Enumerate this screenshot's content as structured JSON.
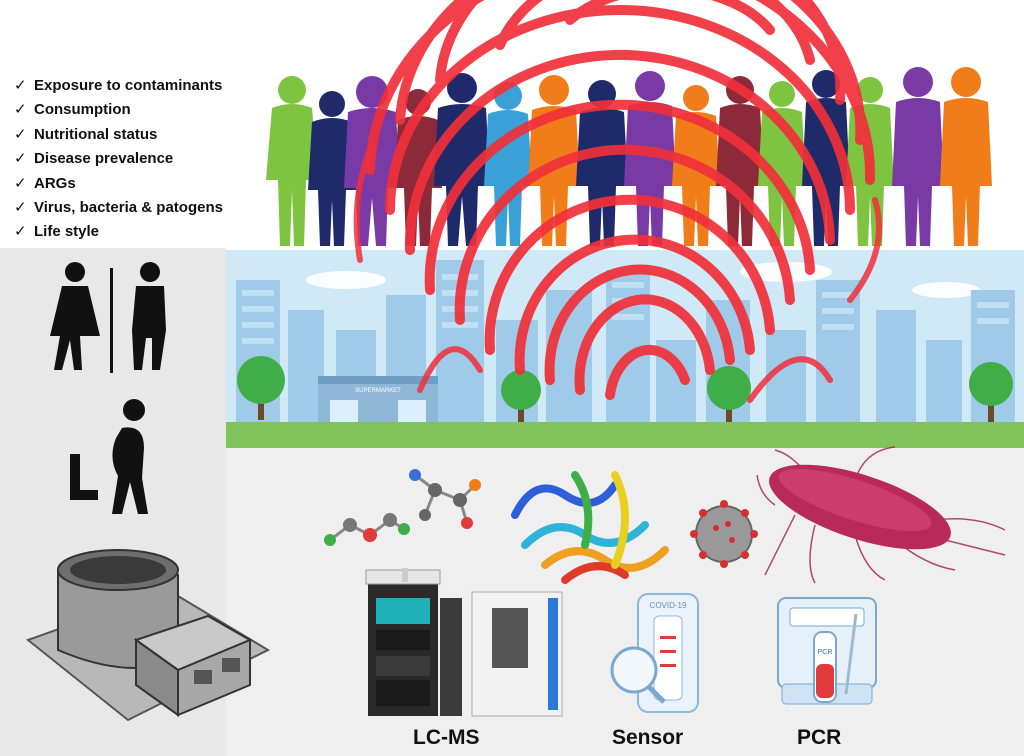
{
  "checklist": [
    {
      "label": "Exposure to contaminants"
    },
    {
      "label": "Consumption"
    },
    {
      "label": "Nutritional status"
    },
    {
      "label": "Disease prevalence"
    },
    {
      "label": "ARGs"
    },
    {
      "label": "Virus, bacteria & patogens"
    },
    {
      "label": "Life style"
    }
  ],
  "check_glyph": "✓",
  "instruments": {
    "lcms_label": "LC-MS",
    "sensor_label": "Sensor",
    "pcr_label": "PCR",
    "sensor_strip_text": "COVID-19",
    "pcr_tube_text": "PCR"
  },
  "city": {
    "sign_text": "SUPERMARKET"
  },
  "colors": {
    "fingerprint": "#f0303a",
    "city_sky": "#cfe9f7",
    "left_panel": "#e8e8e8",
    "people": [
      "#7ec440",
      "#1f2a6b",
      "#7a3aa6",
      "#8c2a3a",
      "#1f2a6b",
      "#f07d1a"
    ]
  }
}
